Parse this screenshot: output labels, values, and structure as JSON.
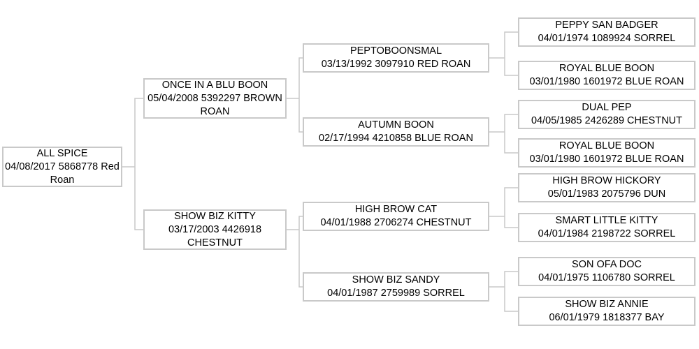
{
  "colors": {
    "background": "#ffffff",
    "box_border": "#c9c9c9",
    "connector_line": "#c9c9c9",
    "text": "#000000"
  },
  "pedigree": {
    "subject": {
      "name": "ALL SPICE",
      "details": "04/08/2017 5868778 Red Roan"
    },
    "sire": {
      "name": "ONCE IN A BLU BOON",
      "details": "05/04/2008 5392297 BROWN ROAN"
    },
    "dam": {
      "name": "SHOW BIZ KITTY",
      "details": "03/17/2003 4426918 CHESTNUT"
    },
    "grandparents": [
      {
        "name": "PEPTOBOONSMAL",
        "details": "03/13/1992 3097910 RED ROAN"
      },
      {
        "name": "AUTUMN BOON",
        "details": "02/17/1994 4210858 BLUE ROAN"
      },
      {
        "name": "HIGH BROW CAT",
        "details": "04/01/1988 2706274 CHESTNUT"
      },
      {
        "name": "SHOW BIZ SANDY",
        "details": "04/01/1987 2759989 SORREL"
      }
    ],
    "great_grandparents": [
      {
        "name": "PEPPY SAN BADGER",
        "details": "04/01/1974 1089924 SORREL"
      },
      {
        "name": "ROYAL BLUE BOON",
        "details": "03/01/1980 1601972 BLUE ROAN"
      },
      {
        "name": "DUAL PEP",
        "details": "04/05/1985 2426289 CHESTNUT"
      },
      {
        "name": "ROYAL BLUE BOON",
        "details": "03/01/1980 1601972 BLUE ROAN"
      },
      {
        "name": "HIGH BROW HICKORY",
        "details": "05/01/1983 2075796 DUN"
      },
      {
        "name": "SMART LITTLE KITTY",
        "details": "04/01/1984 2198722 SORREL"
      },
      {
        "name": "SON OFA DOC",
        "details": "04/01/1975 1106780 SORREL"
      },
      {
        "name": "SHOW BIZ ANNIE",
        "details": "06/01/1979 1818377 BAY"
      }
    ]
  }
}
